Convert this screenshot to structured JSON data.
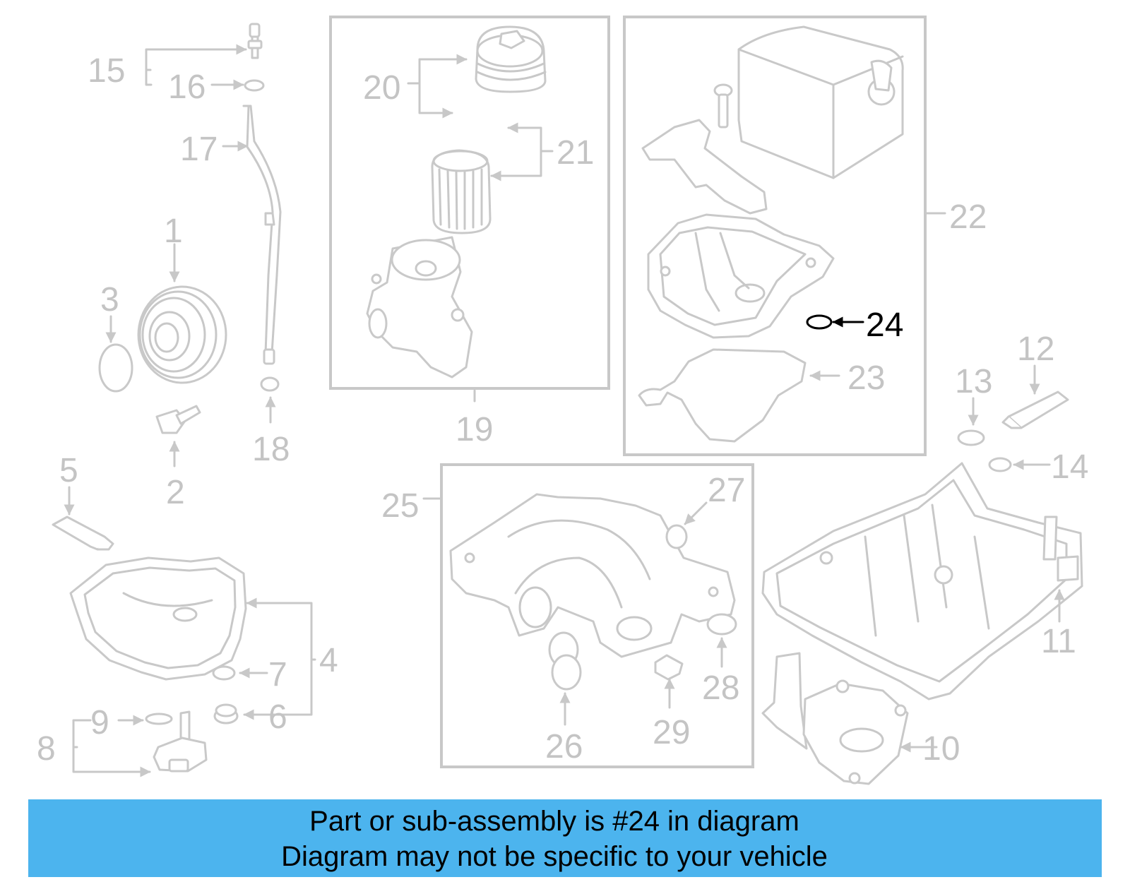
{
  "highlight_part": "24",
  "callouts": {
    "c1": "1",
    "c2": "2",
    "c3": "3",
    "c4": "4",
    "c5": "5",
    "c6": "6",
    "c7": "7",
    "c8": "8",
    "c9": "9",
    "c10": "10",
    "c11": "11",
    "c12": "12",
    "c13": "13",
    "c14": "14",
    "c15": "15",
    "c16": "16",
    "c17": "17",
    "c18": "18",
    "c19": "19",
    "c20": "20",
    "c21": "21",
    "c22": "22",
    "c23": "23",
    "c24": "24",
    "c25": "25",
    "c26": "26",
    "c27": "27",
    "c28": "28",
    "c29": "29"
  },
  "banner": {
    "line1": "Part or sub-assembly is #24 in diagram",
    "line2": "Diagram may not be specific to your vehicle",
    "color": "#4cb4ee"
  }
}
